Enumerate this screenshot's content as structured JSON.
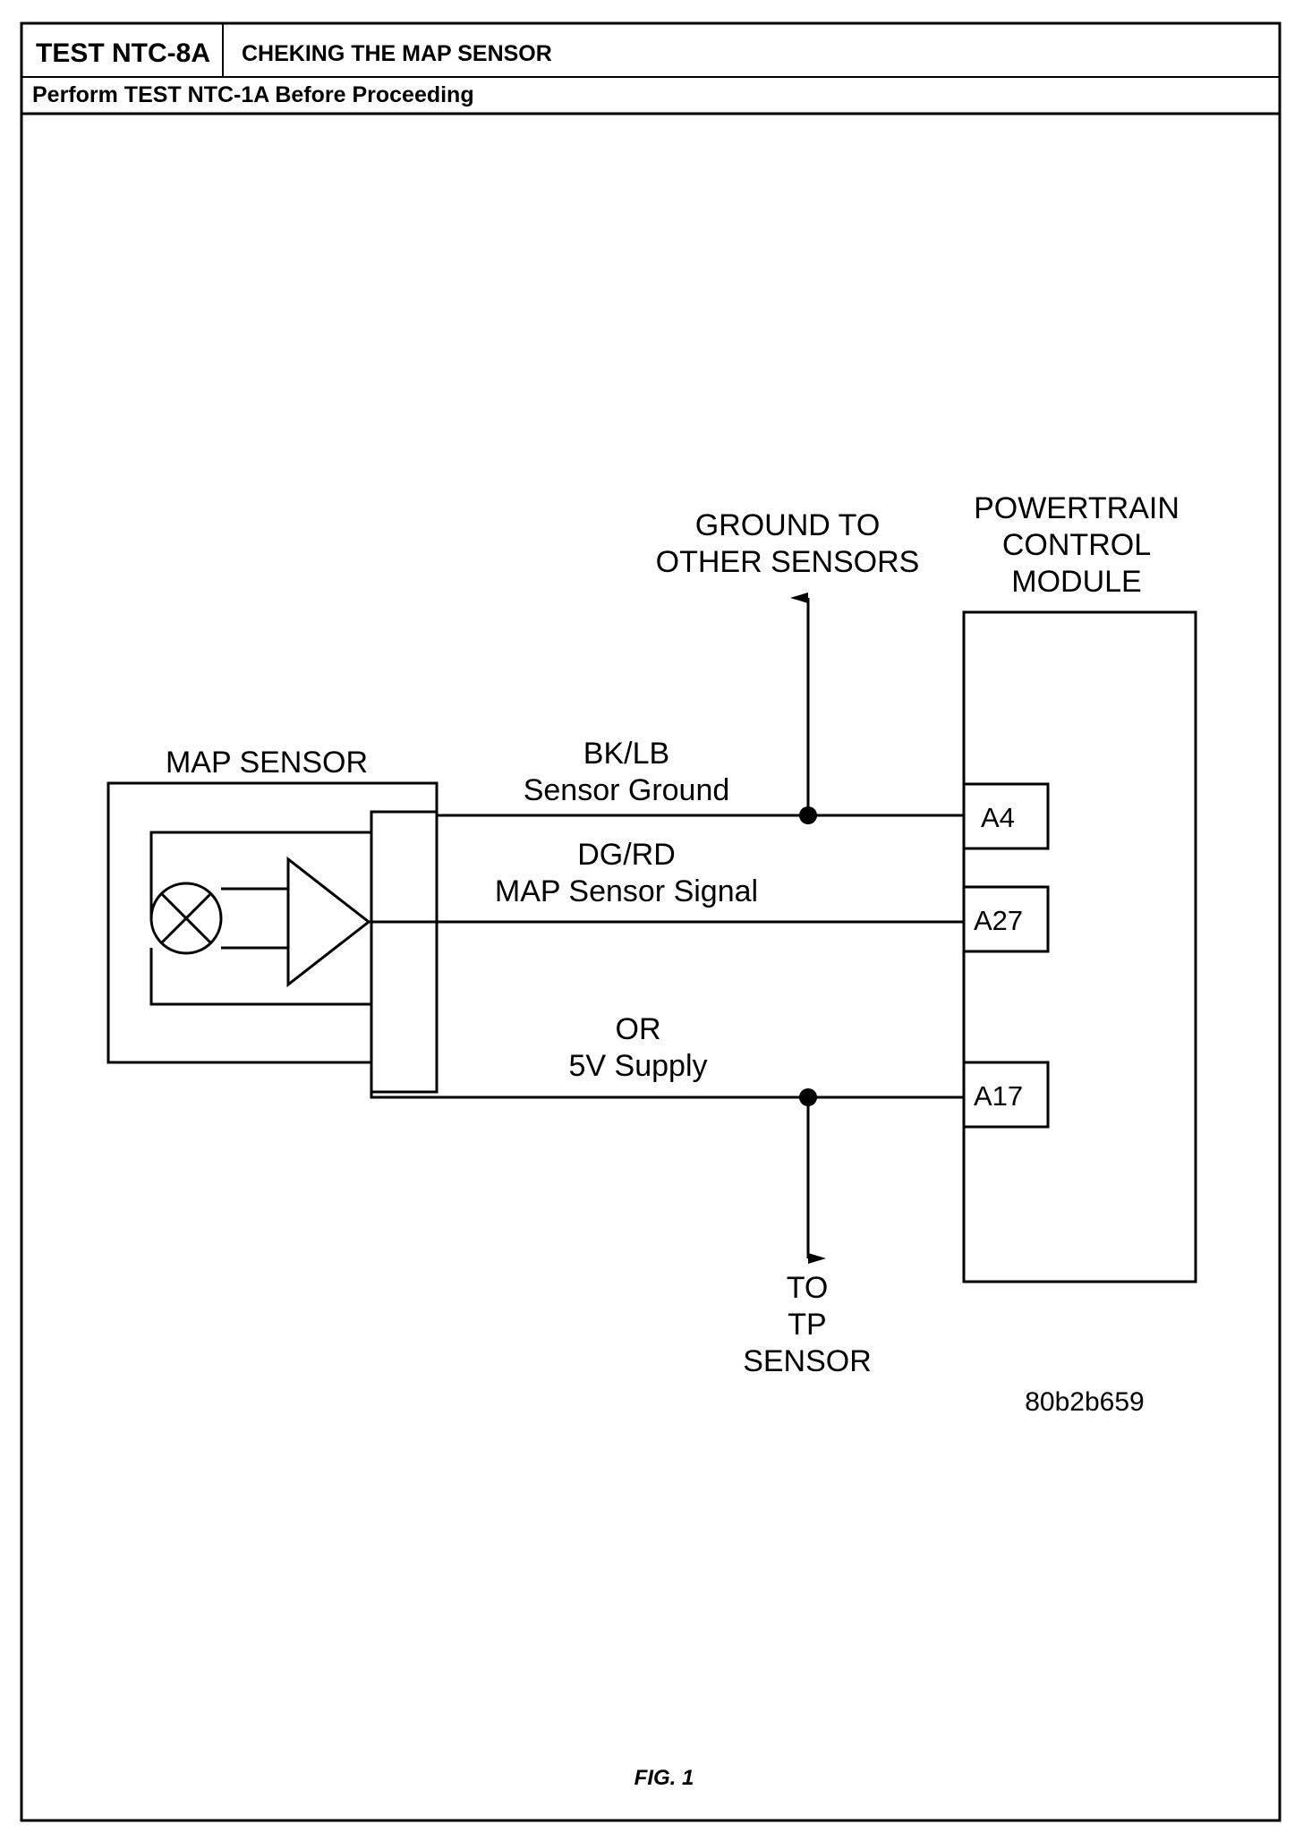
{
  "header": {
    "test_id": "TEST NTC-8A",
    "title": "CHEKING THE MAP SENSOR",
    "prerequisite": "Perform TEST NTC-1A Before Proceeding"
  },
  "diagram": {
    "map_sensor_label": "MAP SENSOR",
    "pcm_label": [
      "POWERTRAIN",
      "CONTROL",
      "MODULE"
    ],
    "ground_to_label": [
      "GROUND TO",
      "OTHER SENSORS"
    ],
    "tp_sensor_label": [
      "TO",
      "TP",
      "SENSOR"
    ],
    "wires": [
      {
        "color": "BK/LB",
        "function": "Sensor Ground",
        "pin": "A4"
      },
      {
        "color": "DG/RD",
        "function": "MAP Sensor Signal",
        "pin": "A27"
      },
      {
        "color": "OR",
        "function": "5V Supply",
        "pin": "A17"
      }
    ],
    "image_code": "80b2b659",
    "figure_caption": "FIG. 1"
  }
}
